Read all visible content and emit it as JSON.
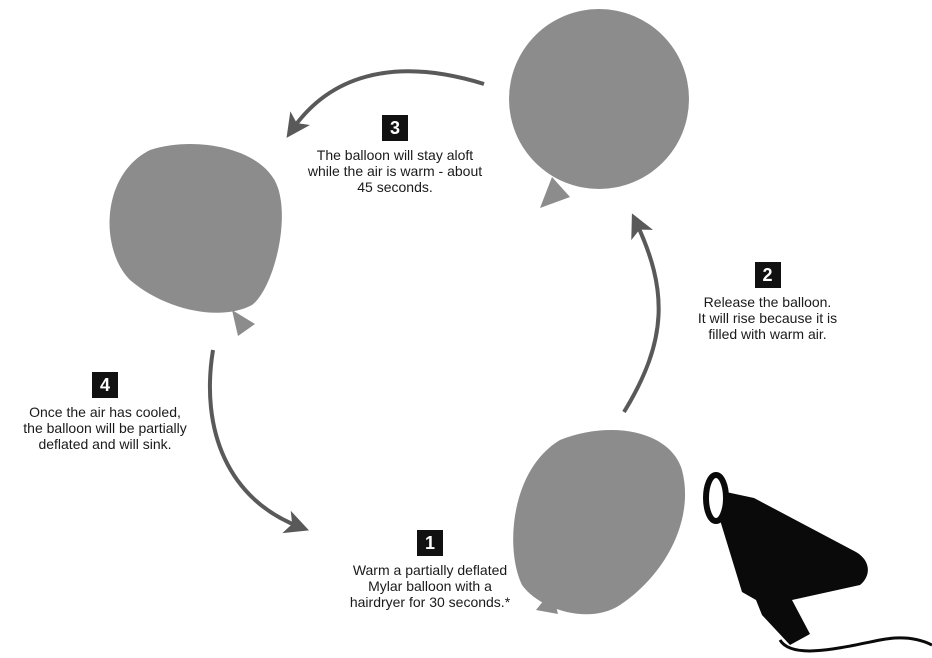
{
  "colors": {
    "balloon": "#8c8c8c",
    "arrow": "#595959",
    "badge_bg": "#111111",
    "badge_text": "#ffffff",
    "hairdryer": "#0a0a0a"
  },
  "icons": {
    "balloons": [
      "balloon-icon",
      "balloon-icon",
      "balloon-icon"
    ],
    "hairdryer": "hairdryer-icon"
  },
  "steps": [
    {
      "number": "1",
      "text": "Warm a partially deflated\nMylar balloon with a\nhairdryer for 30 seconds.*"
    },
    {
      "number": "2",
      "text": "Release the balloon.\nIt will rise because it is\nfilled with warm air."
    },
    {
      "number": "3",
      "text": "The balloon will stay aloft\nwhile the air is warm - about\n45 seconds."
    },
    {
      "number": "4",
      "text": "Once the air has cooled,\nthe balloon will be partially\ndeflated and will sink."
    }
  ]
}
